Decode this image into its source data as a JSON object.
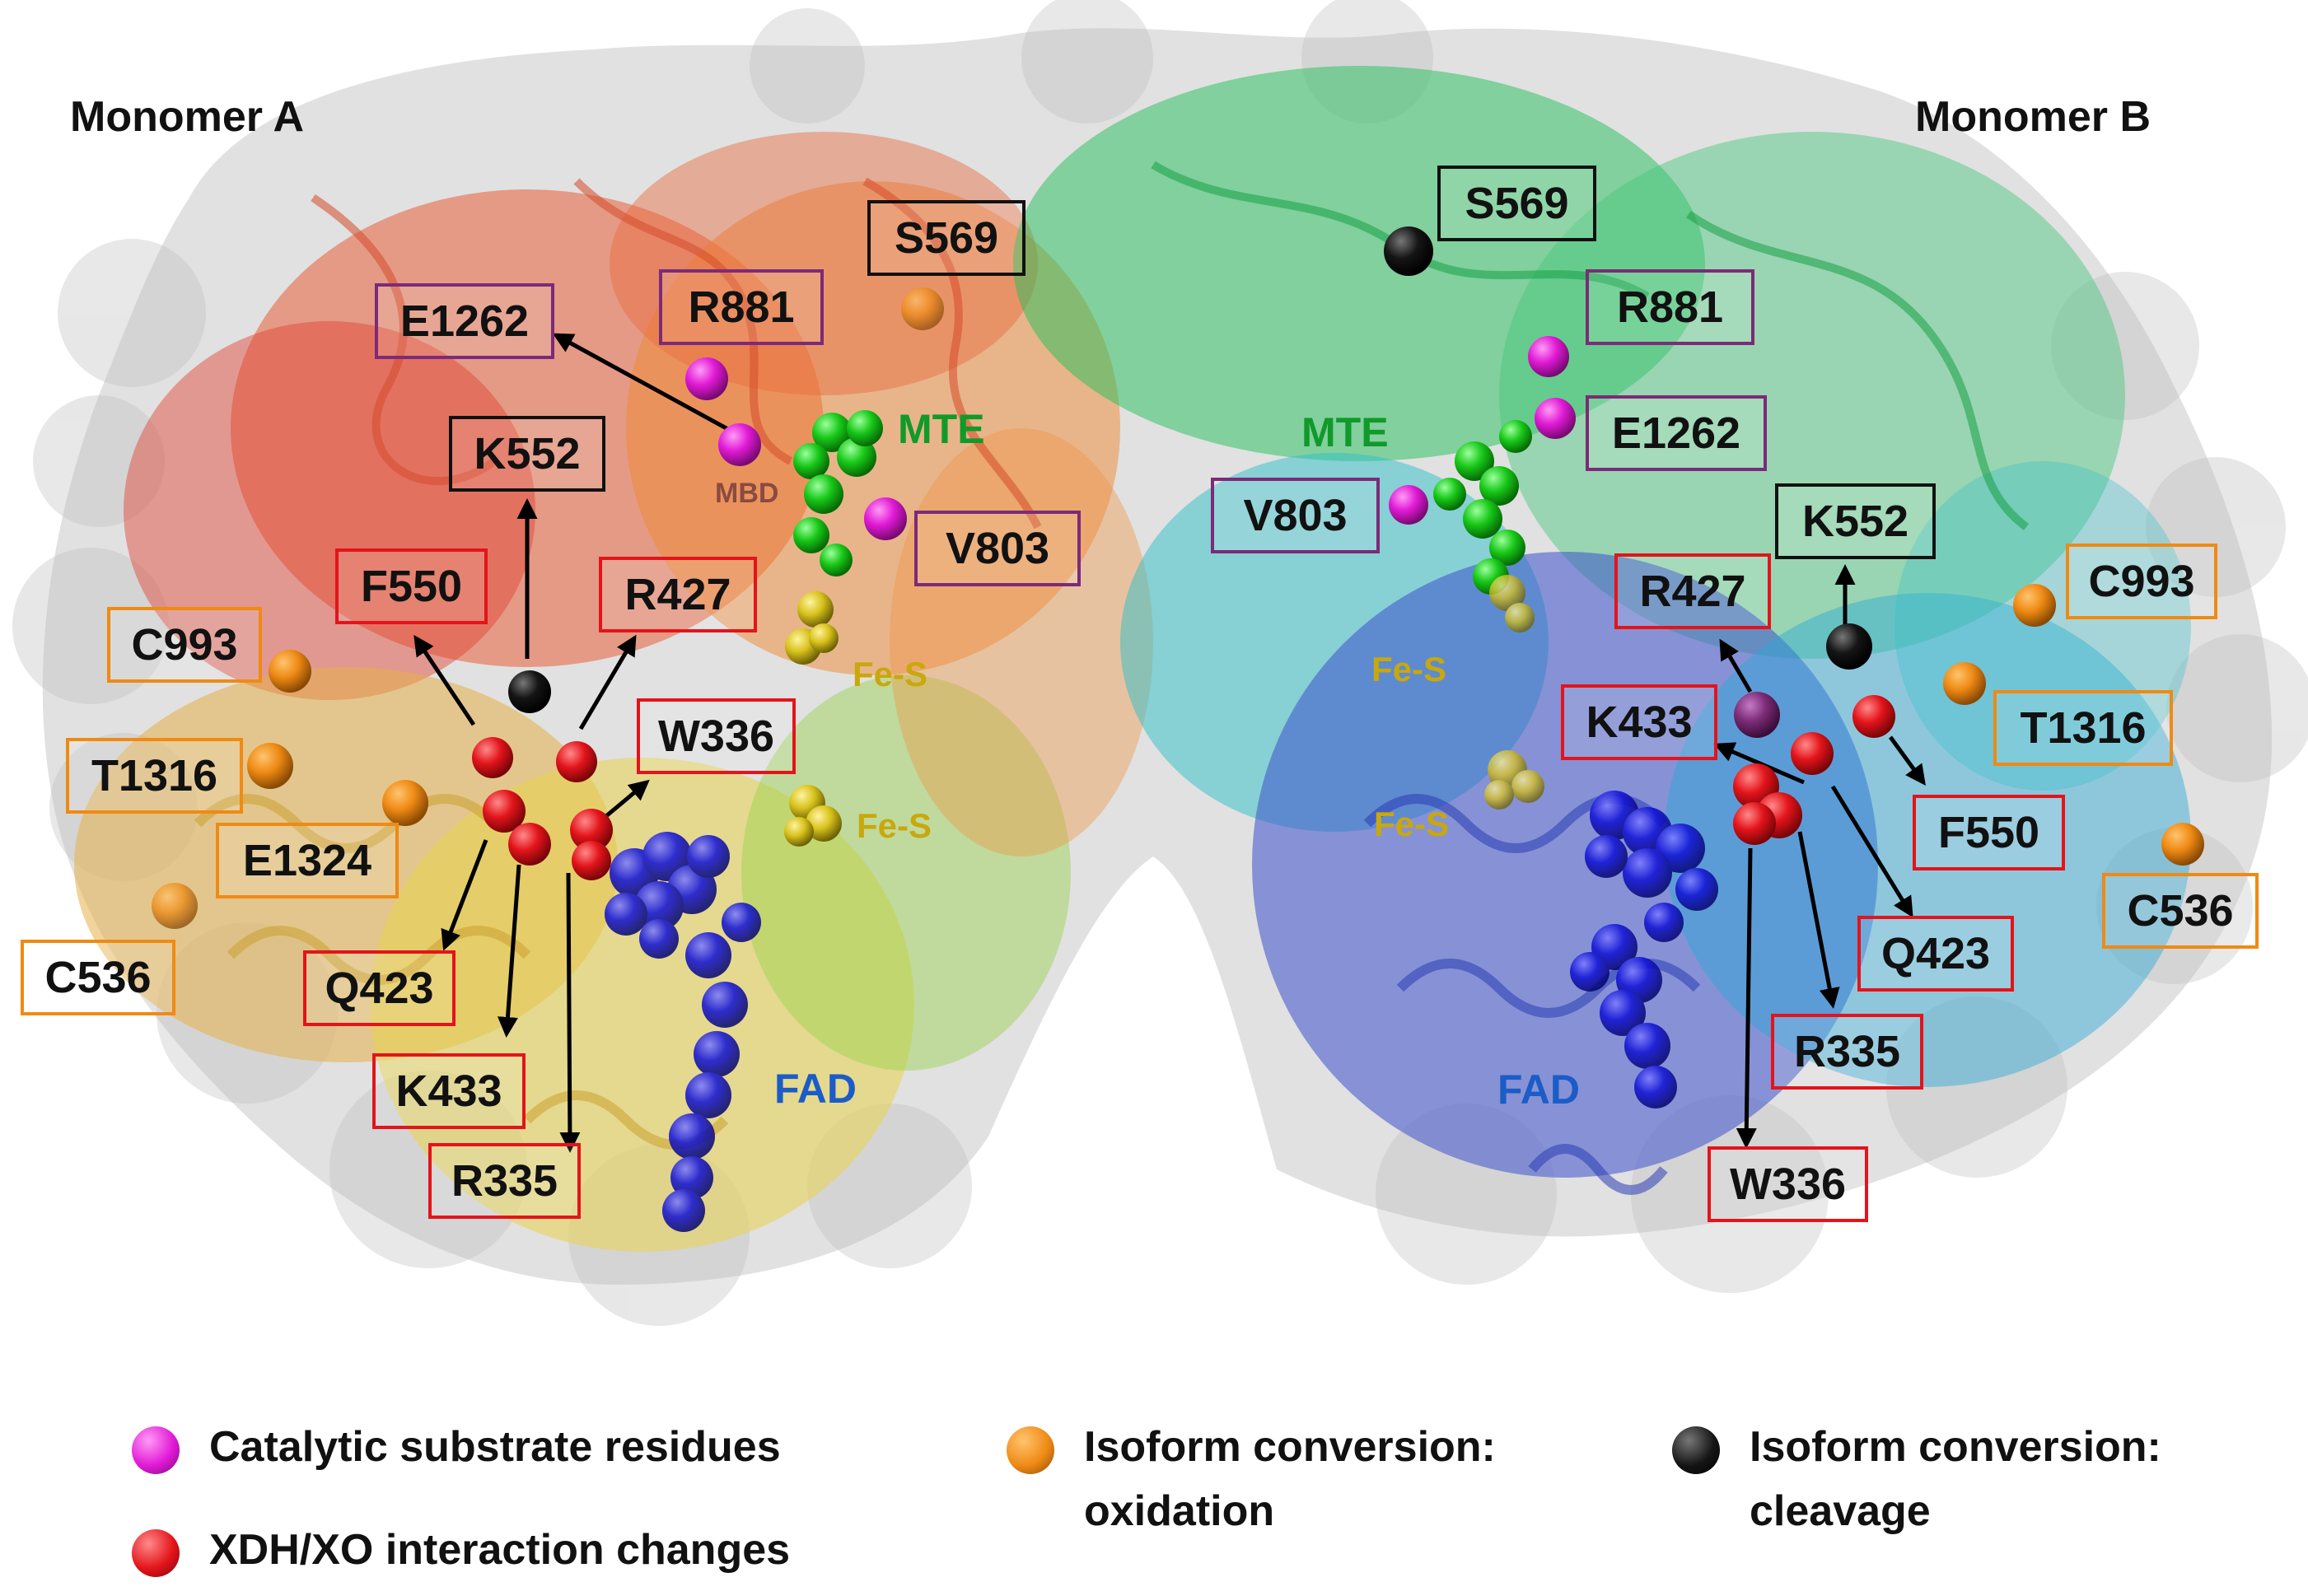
{
  "monomers": {
    "a": "Monomer A",
    "b": "Monomer B"
  },
  "structure_labels": {
    "mte_a": "MTE",
    "mbd_a": "MBD",
    "fes1_a": "Fe-S",
    "fes2_a": "Fe-S",
    "fad_a": "FAD",
    "mte_b": "MTE",
    "fes1_b": "Fe-S",
    "fes2_b": "Fe-S",
    "fad_b": "FAD"
  },
  "residues_a": {
    "s569": "S569",
    "r881": "R881",
    "e1262": "E1262",
    "k552": "K552",
    "v803": "V803",
    "f550": "F550",
    "r427": "R427",
    "c993": "C993",
    "w336": "W336",
    "t1316": "T1316",
    "e1324": "E1324",
    "c536": "C536",
    "q423": "Q423",
    "k433": "K433",
    "r335": "R335"
  },
  "residues_b": {
    "s569": "S569",
    "r881": "R881",
    "e1262": "E1262",
    "v803": "V803",
    "k552": "K552",
    "r427": "R427",
    "c993": "C993",
    "k433": "K433",
    "t1316": "T1316",
    "f550": "F550",
    "c536": "C536",
    "q423": "Q423",
    "r335": "R335",
    "w336": "W336"
  },
  "legend": {
    "catalytic": "Catalytic substrate residues",
    "interaction": "XDH/XO interaction changes",
    "oxidation_1": "Isoform conversion:",
    "oxidation_2": "oxidation",
    "cleavage_1": "Isoform conversion:",
    "cleavage_2": "cleavage"
  },
  "colors": {
    "catalytic": "#e11ad6",
    "interaction": "#e3141b",
    "oxidation": "#ef8a14",
    "cleavage": "#111111",
    "box_black": "#111111",
    "box_purple": "#7b2b78",
    "box_red": "#e3141b",
    "box_orange": "#ef8a14"
  }
}
